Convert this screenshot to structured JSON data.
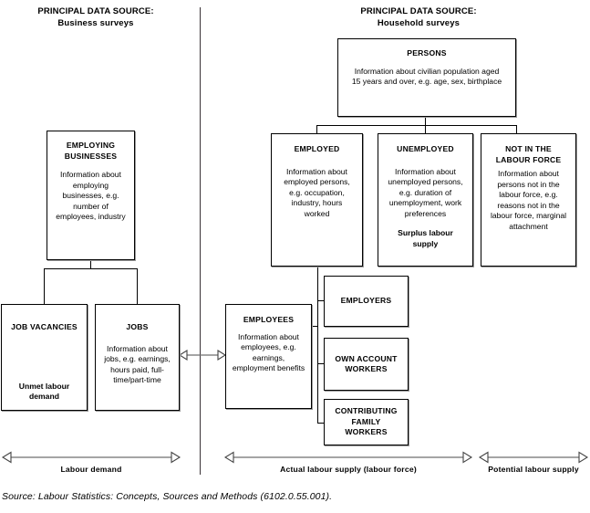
{
  "figure": {
    "title_left": "PRINCIPAL DATA SOURCE:",
    "subtitle_left": "Business surveys",
    "title_right": "PRINCIPAL DATA SOURCE:",
    "subtitle_right": "Household surveys",
    "source_note": "Source: Labour Statistics: Concepts, Sources and Methods (6102.0.55.001)."
  },
  "boxes": {
    "persons": {
      "title": "PERSONS",
      "body": "Information about civilian population aged 15 years and over, e.g. age, sex, birthplace"
    },
    "employing_businesses": {
      "title": "EMPLOYING BUSINESSES",
      "body": "Information about employing businesses, e.g. number of employees, industry"
    },
    "employed": {
      "title": "EMPLOYED",
      "body": "Information about employed persons, e.g. occupation, industry, hours worked"
    },
    "unemployed": {
      "title": "UNEMPLOYED",
      "body": "Information about unemployed persons, e.g. duration of unemployment, work preferences",
      "strong": "Surplus labour supply"
    },
    "not_in_labour_force": {
      "title": "NOT IN THE LABOUR FORCE",
      "body": "Information about persons not in the labour force, e.g. reasons not in the labour force, marginal attachment"
    },
    "job_vacancies": {
      "title": "JOB VACANCIES",
      "strong": "Unmet labour demand"
    },
    "jobs": {
      "title": "JOBS",
      "body": "Information about jobs, e.g. earnings, hours paid, full-time/part-time"
    },
    "employees": {
      "title": "EMPLOYEES",
      "body": "Information about employees, e.g. earnings, employment benefits"
    },
    "employers": {
      "title": "EMPLOYERS"
    },
    "own_account_workers": {
      "title": "OWN ACCOUNT WORKERS"
    },
    "contributing_family_workers": {
      "title": "CONTRIBUTING FAMILY WORKERS"
    }
  },
  "legend": {
    "labour_demand": "Labour demand",
    "actual_labour_supply": "Actual labour supply (labour force)",
    "potential_labour_supply": "Potential labour supply"
  },
  "colors": {
    "line": "#000000",
    "shadow": "#9a9a9a",
    "divider": "#3a3236",
    "arrow": "#6f6f6f",
    "background": "#ffffff"
  }
}
